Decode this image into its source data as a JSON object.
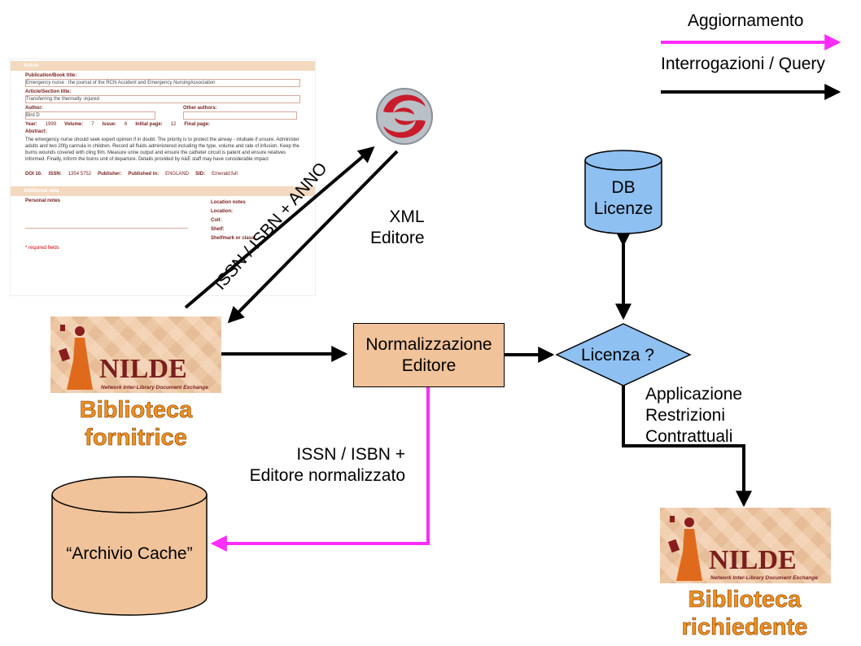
{
  "legend": {
    "update": "Aggiornamento",
    "query": "Interrogazioni / Query"
  },
  "colors": {
    "update": "#ff2cff",
    "query": "#000000",
    "box": "#f0c39a",
    "db": "#8ec0f2",
    "orange": "#f0901e"
  },
  "screenshot": {
    "section1": "Article",
    "pub_label": "Publication/Book title:",
    "pub_value": "Emergency nurse : the journal of the RCN Accident and Emergency NursingAssociation",
    "art_label": "Article/Section title:",
    "art_value": "Transferring the thermally -injured",
    "author_label": "Author:",
    "author_value": "Bird D",
    "other_label": "Other authors:",
    "year_label": "Year:",
    "year_value": "1999",
    "volume_label": "Volume:",
    "volume_value": "7",
    "issue_label": "Issue:",
    "issue_value": "6",
    "ipage_label": "Initial page:",
    "ipage_value": "12",
    "fpage_label": "Final page:",
    "abstract_label": "Abstract:",
    "abstract_text": "The emergency nurse should seek expert opinion if in doubt. The priority is to protect the airway - intubate if unsure. Administer adults and two 20fg cannula in children. Record all fluids administered including the type, volume and rate of infusion. Keep the burns wounds covered with cling film. Measure urine output and ensure the catheter circuit is patent and ensure relatives informed. Finally, inform the burns unit of departure. Details provided by A&E staff may have considerable impact",
    "doi_label": "DOI 10.",
    "issn_label": "ISSN:",
    "issn_value": "1354 5752",
    "publisher_label": "Publisher:",
    "pubin_label": "Published in:",
    "pubin_value": "ENGLAND",
    "sid_label": "SID:",
    "sid_value": "Emerald:full",
    "section2": "Additional data",
    "personal_notes": "Personal notes",
    "location_notes": "Location notes",
    "location": "Location:",
    "coll": "Coll:",
    "shelf": "Shelf:",
    "shelfmark": "Shelfmark or class:",
    "required": "* required fields"
  },
  "nodes": {
    "normalize": "Normalizzazione\nEditore",
    "licenza": "Licenza ?",
    "db": "DB\nLicenze",
    "cache": "“Archivio Cache”",
    "supplier": "Biblioteca\nfornitrice",
    "requester": "Biblioteca\nrichiedente"
  },
  "nilde": {
    "word": "NILDE",
    "tagline": "Network Inter-Library Document Exchange"
  },
  "labels": {
    "issn_anno": "ISSN / ISBN + ANNO",
    "xml": "XML\nEditore",
    "issn_norm": "ISSN / ISBN +\nEditore normalizzato",
    "restrictions": "Applicazione\nRestrizioni\nContrattuali"
  }
}
